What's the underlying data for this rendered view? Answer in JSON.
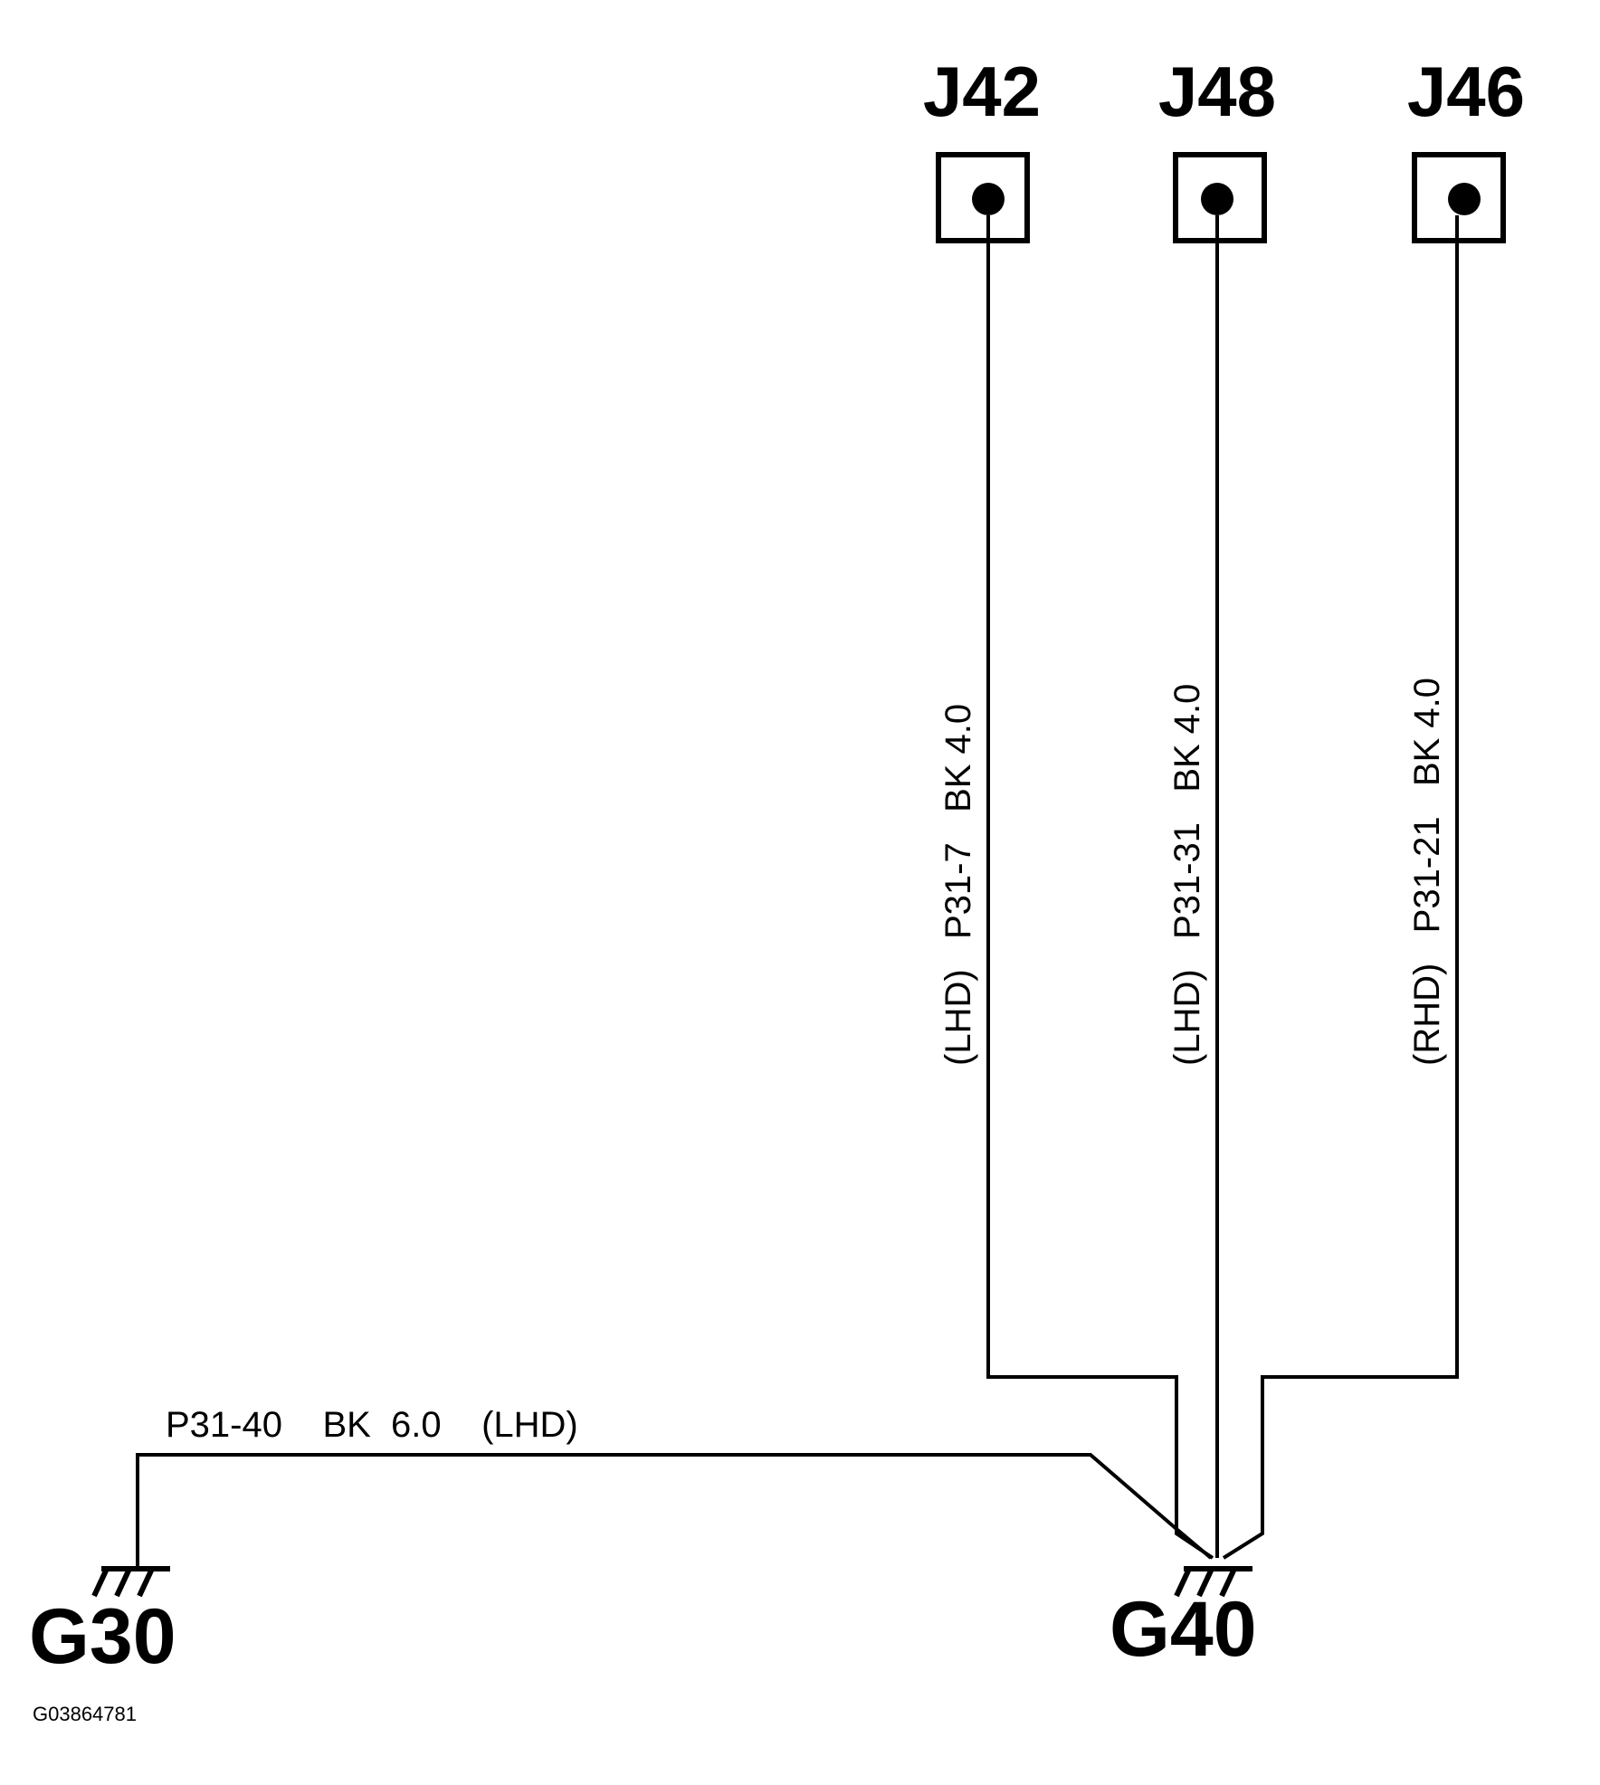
{
  "connectors": [
    {
      "id": "J42"
    },
    {
      "id": "J48"
    },
    {
      "id": "J46"
    }
  ],
  "wires": [
    {
      "text": "(LHD)   P31-7   BK 4.0"
    },
    {
      "text": "(LHD)   P31-31   BK 4.0"
    },
    {
      "text": "(RHD)   P31-21   BK 4.0"
    }
  ],
  "ground_wire": {
    "text": "P31-40    BK  6.0    (LHD)"
  },
  "grounds": [
    {
      "id": "G30"
    },
    {
      "id": "G40"
    }
  ],
  "figure_id": "G03864781",
  "colors": {
    "line": "#000000",
    "background": "#ffffff"
  }
}
